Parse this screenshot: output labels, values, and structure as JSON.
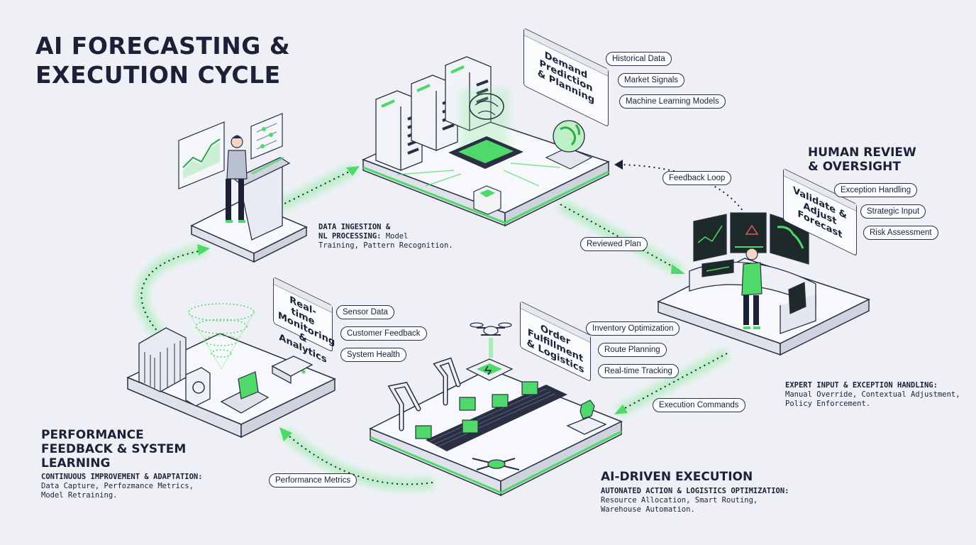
{
  "title_line1": "AI FORECASTING &",
  "title_line2": "EXECUTION CYCLE",
  "demand": {
    "sign_l1": "Demand Prediction",
    "sign_l2": "& Planning",
    "tags": [
      "Historical Data",
      "Market Signals",
      "Machine Learning Models"
    ]
  },
  "ingestion": {
    "head": "DATA INGESTION &",
    "line2_bold": "NL PROCESSING:",
    "line2_rest": " Model",
    "line3": "Training, Pattern Recognition."
  },
  "review": {
    "title_l1": "HUMAN REVIEW",
    "title_l2": "& OVERSIGHT",
    "sign_l1": "Validate &",
    "sign_l2": "Adjust Forecast",
    "tags": [
      "Exception Handling",
      "Strategic Input",
      "Risk Assessment"
    ],
    "desc_head": "EXPERT INPUT & EXCEPTION HANDLING:",
    "desc_l1": "Manual Override, Contextual Adjustment,",
    "desc_l2": "Policy Enforcement."
  },
  "monitoring": {
    "sign_l1": "Real-time",
    "sign_l2": "Monitoring",
    "sign_l3": "& Analytics",
    "tags": [
      "Sensor Data",
      "Customer Feedback",
      "System Health"
    ]
  },
  "fulfillment": {
    "sign_l1": "Order Fulfillment",
    "sign_l2": "& Logistics",
    "tags": [
      "Inventory Optimization",
      "Route Planning",
      "Real-time Tracking"
    ]
  },
  "performance": {
    "title_l1": "PERFORMANCE",
    "title_l2": "FEEDBACK & SYSTEM",
    "title_l3": "LEARNING",
    "desc_head": "CONTINUOUS IMPROVEMENT & ADAPTATION:",
    "desc_l1": "Data Capture, Perfozmance Metrics,",
    "desc_l2": "Model Retraining."
  },
  "execution": {
    "title": "AI-DRIVEN EXECUTION",
    "desc_head": "AUTONATED ACTION & LOGISTICS OPTIMIZATION:",
    "desc_l1": "Resource Allocation, Smart Routing,",
    "desc_l2": "Warehouse Automation."
  },
  "flows": {
    "feedback_loop": "Feedback Loop",
    "reviewed_plan": "Reviewed Plan",
    "execution_commands": "Execution Commands",
    "performance_metrics": "Performance Metrics"
  },
  "colors": {
    "accent": "#4fd96a",
    "accent_dark": "#2eaa48",
    "ink": "#1c2138",
    "background": "#eef0f6",
    "platform": "#f7f8fb"
  }
}
